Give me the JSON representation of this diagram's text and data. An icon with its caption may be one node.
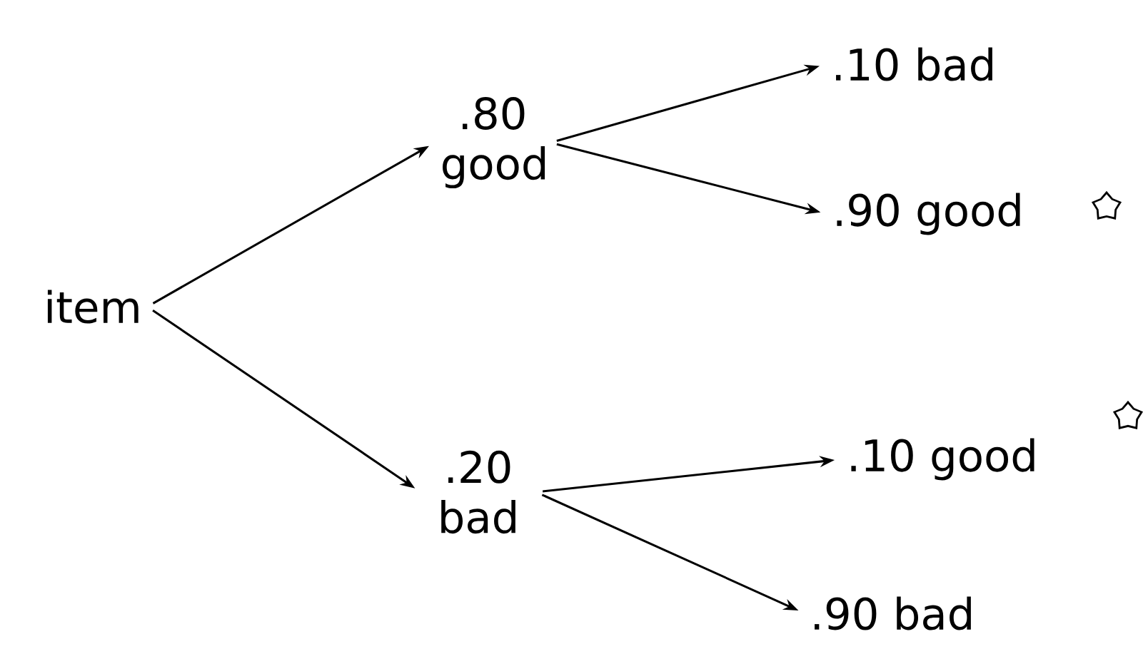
{
  "diagram": {
    "nodes": [
      {
        "text": [
          "item"
        ]
      },
      {
        "text": [
          ".80 good"
        ]
      },
      {
        "text": [
          ".20 bad"
        ]
      },
      {
        "text": [
          ".10 bad"
        ]
      },
      {
        "text": [
          ".90 good"
        ]
      },
      {
        "text": [
          ".10 good"
        ]
      },
      {
        "text": [
          ".90 bad"
        ]
      }
    ],
    "edges": [
      {
        "from": 0,
        "to": 1,
        "arrow": "to"
      },
      {
        "from": 0,
        "to": 2,
        "arrow": "to"
      },
      {
        "from": 1,
        "to": 3,
        "arrow": "to"
      },
      {
        "from": 1,
        "to": 4,
        "arrow": "to"
      },
      {
        "from": 2,
        "to": 5,
        "arrow": "to"
      },
      {
        "from": 2,
        "to": 6,
        "arrow": "to"
      }
    ]
  }
}
